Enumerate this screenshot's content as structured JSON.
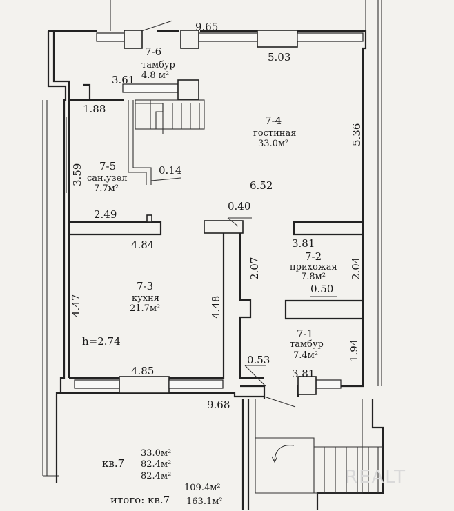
{
  "rooms": [
    {
      "id": "7-6",
      "name": "тамбур",
      "area": "4.8 м²"
    },
    {
      "id": "7-4",
      "name": "гостиная",
      "area": "33.0м²"
    },
    {
      "id": "7-5",
      "name": "сан.узел",
      "area": "7.7м²"
    },
    {
      "id": "7-3",
      "name": "кухня",
      "area": "21.7м²"
    },
    {
      "id": "7-2",
      "name": "прихожая",
      "area": "7.8м²"
    },
    {
      "id": "7-1",
      "name": "тамбур",
      "area": "7.4м²"
    }
  ],
  "dimensions": {
    "top_overall": "9.65",
    "top_window": "5.03",
    "vestibule_bottom": "3.61",
    "wc_top": "1.88",
    "living_right": "5.36",
    "wc_left": "3.59",
    "partition": "0.14",
    "living_mid": "6.52",
    "opening": "0.40",
    "wc_bottom": "2.49",
    "kitchen_top": "4.84",
    "hall_top": "3.81",
    "corridor_left": "2.07",
    "hall_right": "2.04",
    "hall_opening": "0.50",
    "kitchen_left": "4.47",
    "kitchen_right": "4.48",
    "ceiling_height": "h=2.74",
    "vestibule_right": "1.94",
    "entry_opening": "0.53",
    "kitchen_bottom": "4.85",
    "vestibule_bottom_w": "3.81",
    "bottom_overall": "9.68"
  },
  "summary": {
    "apartment_label": "кв.7",
    "values": [
      "33.0м²",
      "82.4м²",
      "82.4м²"
    ],
    "total_label": "итого: кв.7",
    "total_values": [
      "109.4м²",
      "163.1м²"
    ]
  },
  "watermark": "REALT"
}
